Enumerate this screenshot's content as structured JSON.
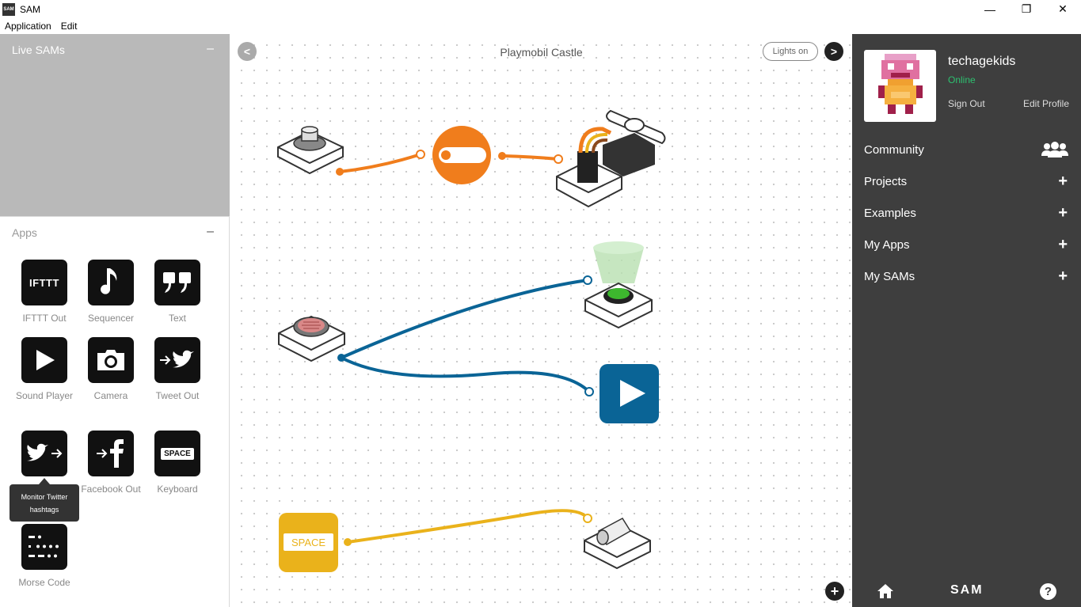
{
  "window": {
    "title": "SAM",
    "icon_text": "SAM",
    "minimize": "—",
    "restore": "❐",
    "close": "✕"
  },
  "menu": {
    "items": [
      "Application",
      "Edit"
    ]
  },
  "live_sams": {
    "title": "Live SAMs",
    "collapse": "–"
  },
  "apps": {
    "title": "Apps",
    "collapse": "–",
    "items": [
      {
        "label": "IFTTT Out",
        "icon": "ifttt-icon"
      },
      {
        "label": "Sequencer",
        "icon": "music-note-icon"
      },
      {
        "label": "Text",
        "icon": "quote-icon"
      },
      {
        "label": "Sound Player",
        "icon": "play-icon"
      },
      {
        "label": "Camera",
        "icon": "camera-icon"
      },
      {
        "label": "Tweet Out",
        "icon": "tweet-out-icon"
      },
      {
        "label": "",
        "icon": "twitter-in-icon"
      },
      {
        "label": "Facebook Out",
        "icon": "facebook-out-icon"
      },
      {
        "label": "Keyboard",
        "icon": "keyboard-icon",
        "key_text": "SPACE"
      },
      {
        "label": "Morse Code",
        "icon": "morse-icon"
      }
    ],
    "tooltip": "Monitor Twitter hashtags"
  },
  "canvas": {
    "title": "Playmobil Castle",
    "prev": "<",
    "next": ">",
    "lights_label": "Lights on",
    "add": "+",
    "keyboard_node_text": "SPACE",
    "colors": {
      "orange": "#f07d1c",
      "blue": "#0a6496",
      "yellow": "#eab21b"
    }
  },
  "profile": {
    "username": "techagekids",
    "status": "Online",
    "sign_out": "Sign Out",
    "edit_profile": "Edit Profile"
  },
  "nav": {
    "items": [
      {
        "label": "Community",
        "action": "community-icon"
      },
      {
        "label": "Projects",
        "action": "+"
      },
      {
        "label": "Examples",
        "action": "+"
      },
      {
        "label": "My Apps",
        "action": "+"
      },
      {
        "label": "My SAMs",
        "action": "+"
      }
    ]
  },
  "footer": {
    "logo": "SAM",
    "help": "?"
  }
}
